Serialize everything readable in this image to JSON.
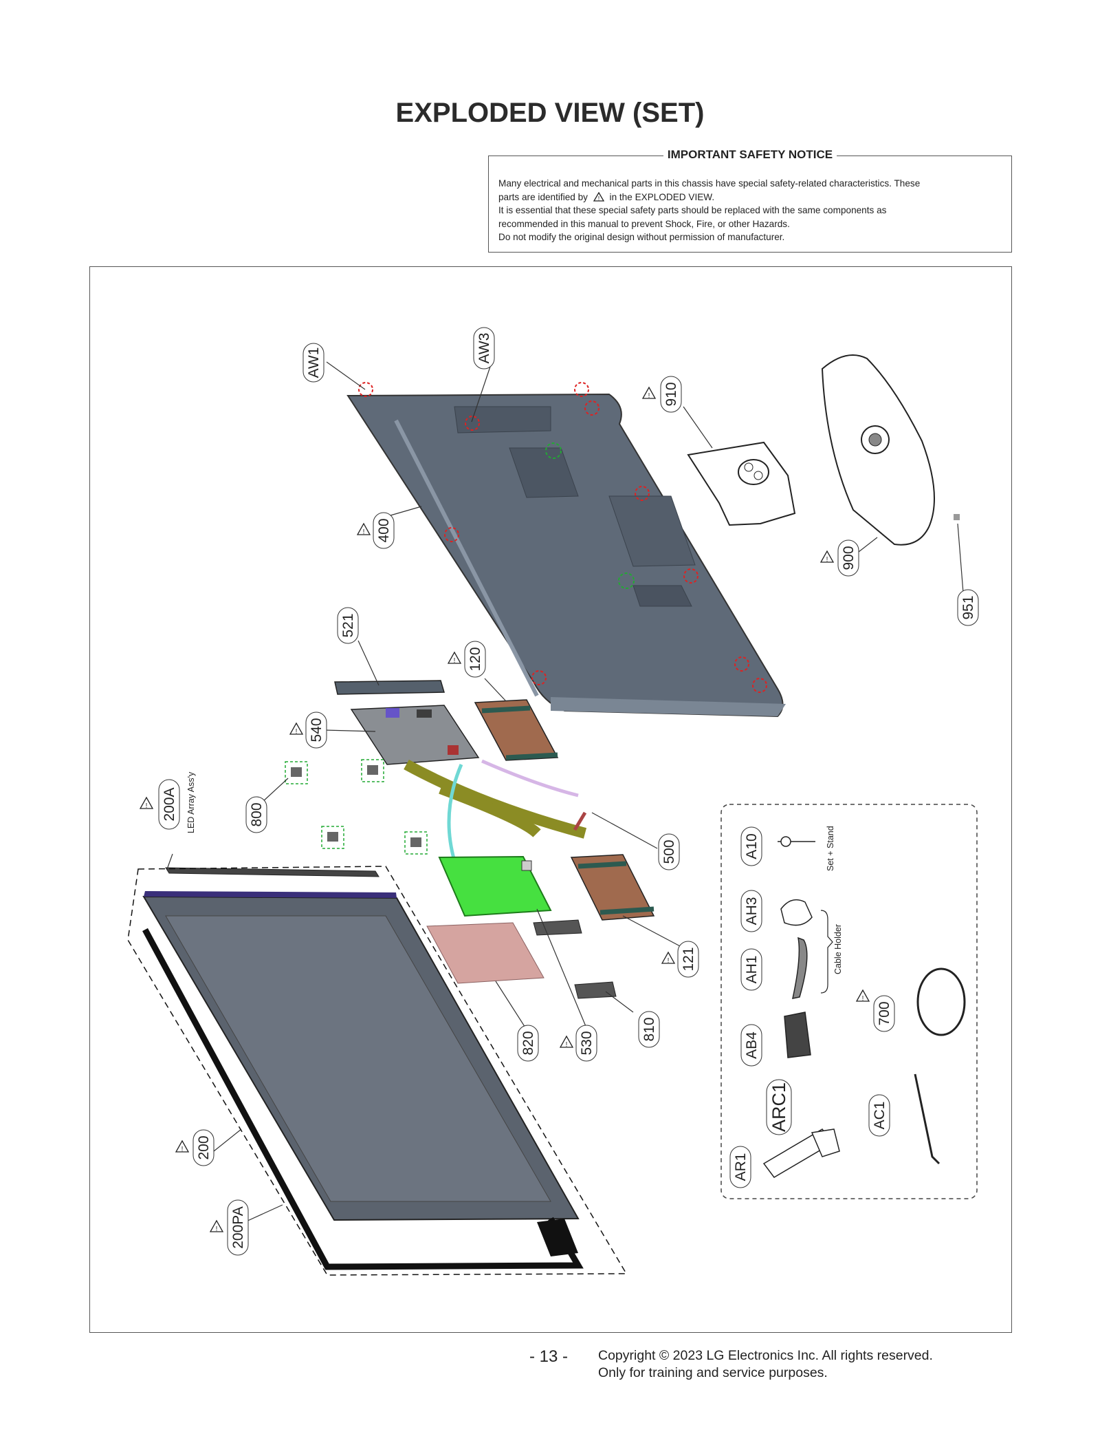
{
  "page": {
    "title": "EXPLODED VIEW (SET)",
    "page_number": "- 13 -",
    "copyright_line1": "Copyright © 2023 LG Electronics Inc. All rights reserved.",
    "copyright_line2": "Only for training and service purposes."
  },
  "notice": {
    "heading": "IMPORTANT SAFETY NOTICE",
    "line1": "Many electrical and mechanical parts in this chassis have special safety-related characteristics. These",
    "line2a": "parts are identified by",
    "line2b": "in the EXPLODED VIEW.",
    "line3": "It is essential that these special safety parts should be replaced with the same components as",
    "line4": "recommended in this manual to prevent Shock, Fire, or other Hazards.",
    "line5": "Do not modify the original design without permission of manufacturer."
  },
  "parts": {
    "aw1": "AW1",
    "aw3": "AW3",
    "p910": "910",
    "p400": "400",
    "p900": "900",
    "p951": "951",
    "p521": "521",
    "p120": "120",
    "p540": "540",
    "p800": "800",
    "p200a": "200A",
    "p500": "500",
    "p121": "121",
    "p820": "820",
    "p530": "530",
    "p810": "810",
    "p200": "200",
    "p200pa": "200PA",
    "a10": "A10",
    "ah3": "AH3",
    "ah1": "AH1",
    "ab4": "AB4",
    "arc1": "ARC1",
    "ar1": "AR1",
    "p700": "700",
    "ac1": "AC1"
  },
  "notes": {
    "led_array": "LED Array Ass'y",
    "set_stand": "Set + Stand",
    "cable_holder": "Cable Holder"
  }
}
